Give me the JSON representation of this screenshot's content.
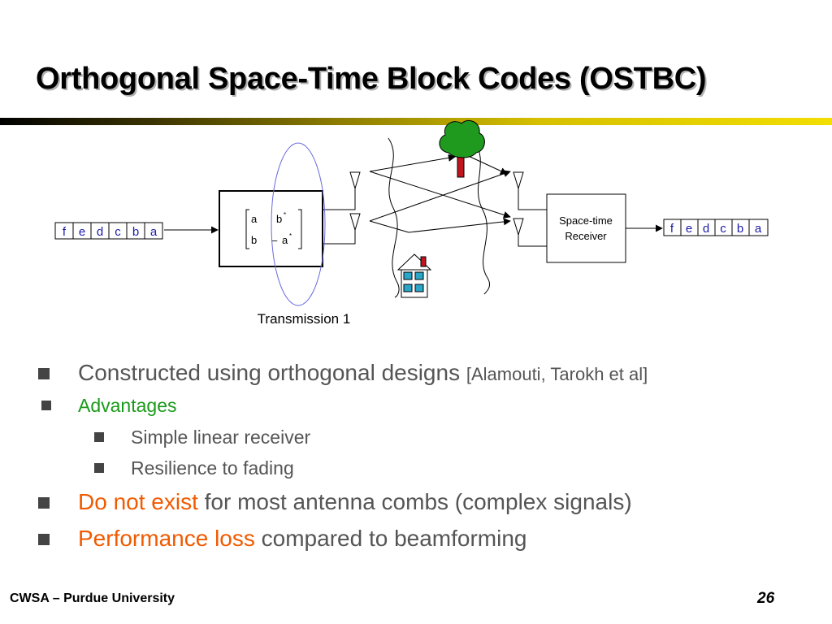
{
  "slide": {
    "title": "Orthogonal Space-Time Block Codes (OSTBC)"
  },
  "diagram": {
    "input_symbols": [
      "f",
      "e",
      "d",
      "c",
      "b",
      "a"
    ],
    "output_symbols": [
      "f",
      "e",
      "d",
      "c",
      "b",
      "a"
    ],
    "matrix": {
      "r1c1": "a",
      "r1c2": "b",
      "r1c2_sup": "*",
      "r2c1": "b",
      "r2c2_prefix": "–",
      "r2c2": "a",
      "r2c2_sup": "*"
    },
    "receiver_line1": "Space-time",
    "receiver_line2": "Receiver",
    "transmission_label": "Transmission 1",
    "colors": {
      "symbol_text": "#1a1aaa",
      "ellipse": "#6a6adc",
      "tree_leaves": "#1f9a1f",
      "tree_trunk": "#c0141e",
      "house_window": "#2aa6c8"
    }
  },
  "bullets": {
    "b1": {
      "text": "Constructed using orthogonal designs ",
      "cite": "[Alamouti, Tarokh et al]"
    },
    "b2": {
      "text": "Advantages"
    },
    "b2_1": {
      "text": "Simple linear receiver"
    },
    "b2_2": {
      "text": "Resilience to fading"
    },
    "b3": {
      "highlight": "Do not exist",
      "rest": " for most antenna combs (complex signals)"
    },
    "b4": {
      "highlight": "Performance loss",
      "rest": " compared to beamforming"
    }
  },
  "footer": {
    "left": "CWSA – Purdue University",
    "page": "26"
  }
}
